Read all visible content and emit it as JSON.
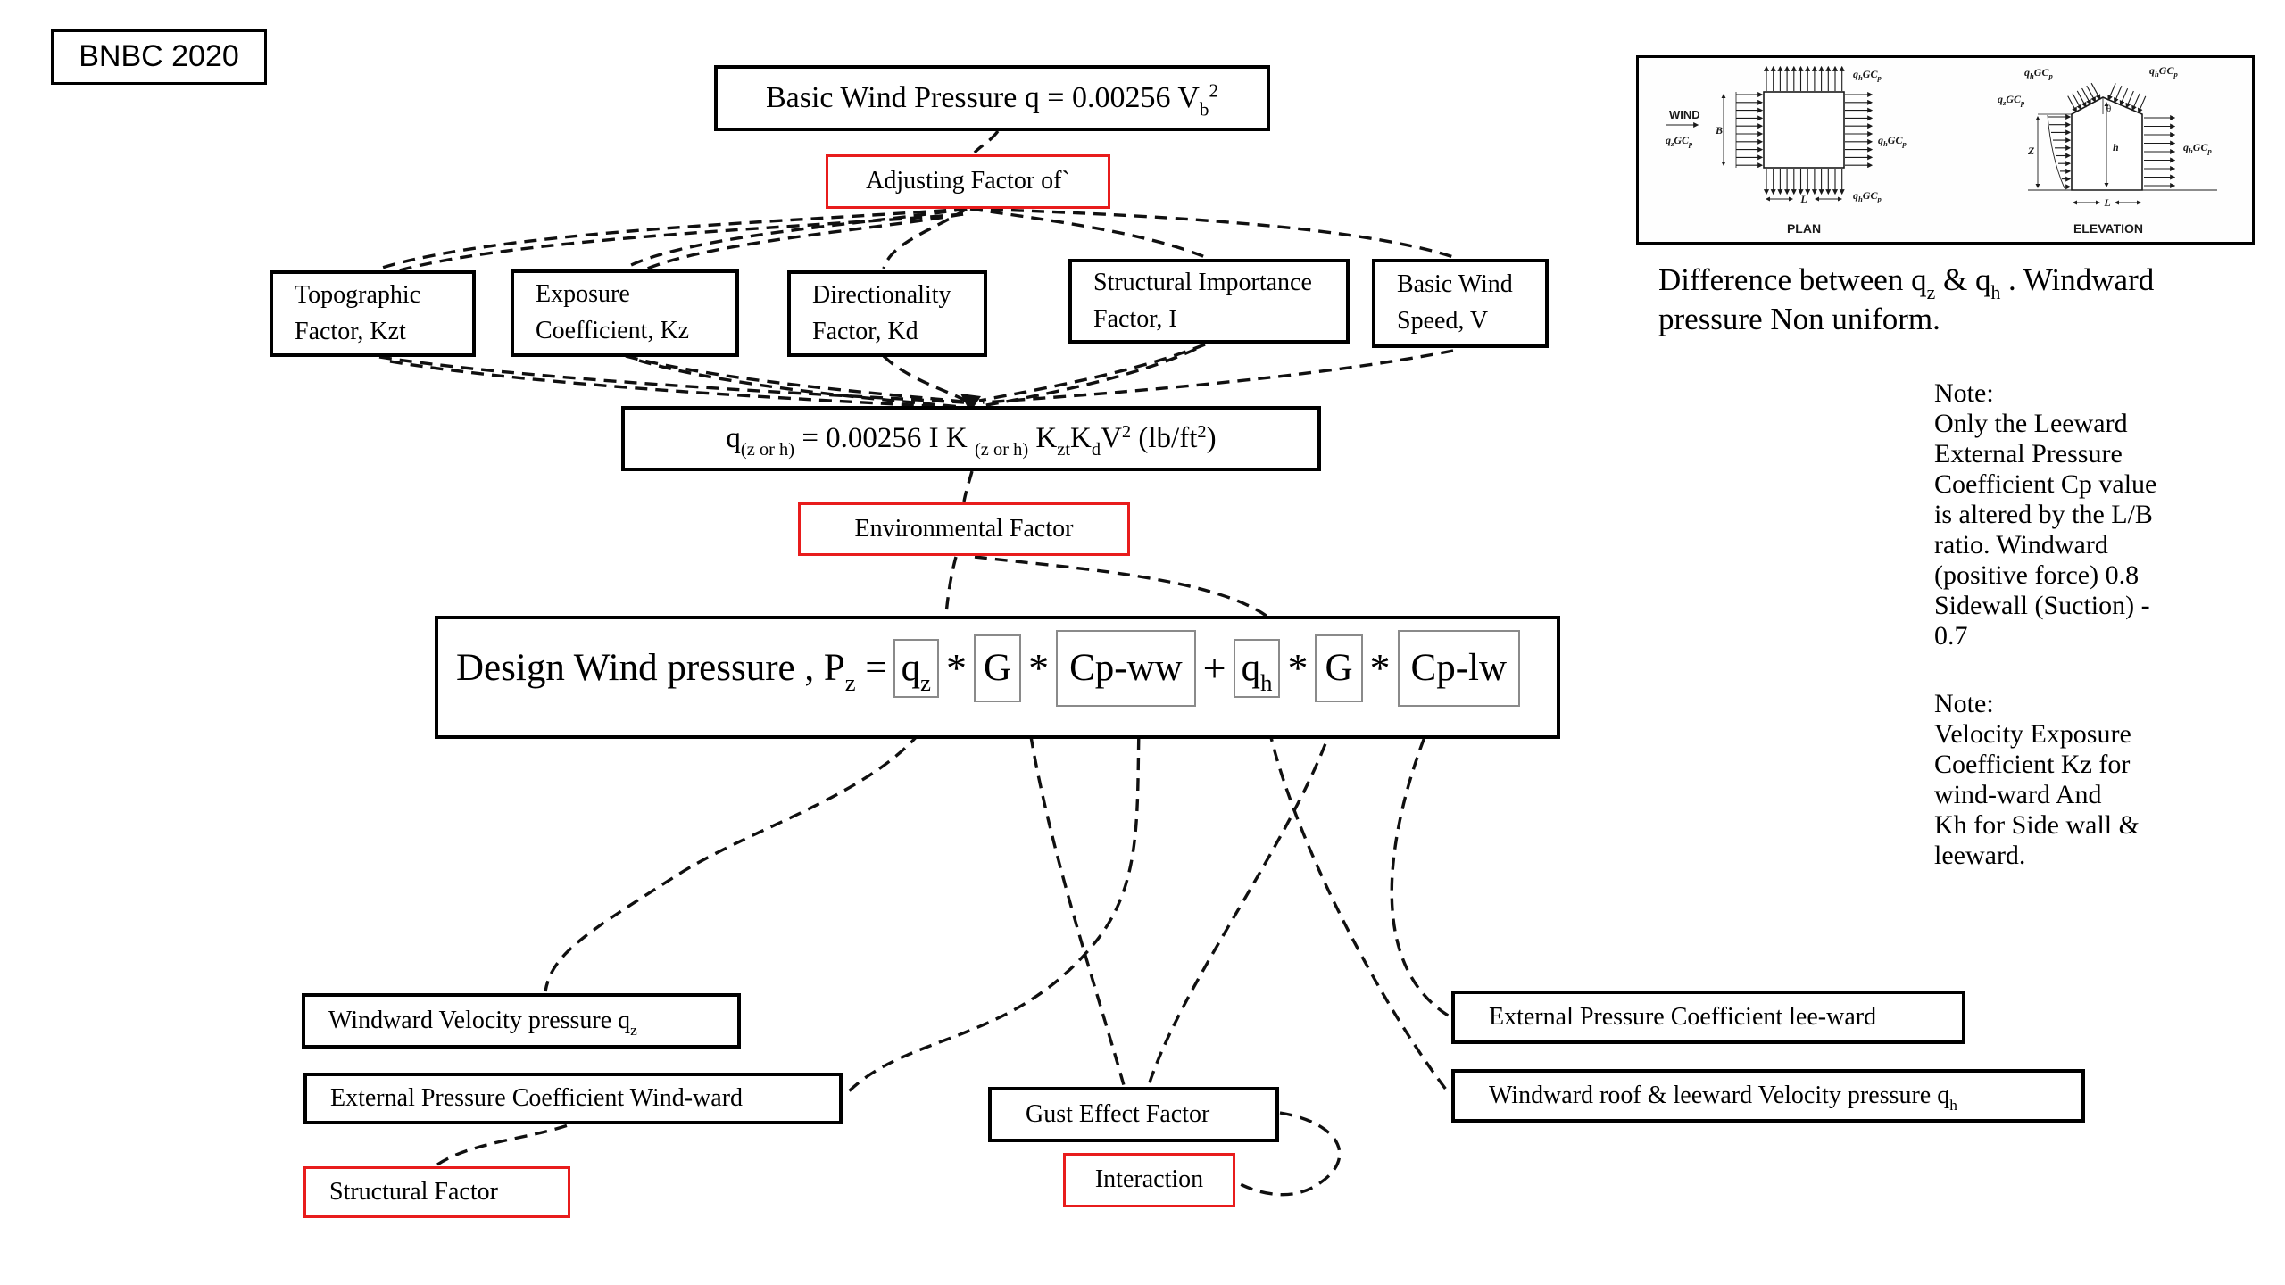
{
  "colors": {
    "red_accent": "#e81c1c",
    "line_color": "#101010"
  },
  "title_box": "BNBC 2020",
  "top_formula": [
    {
      "t": "Basic Wind Pressure q = 0.00256 V"
    },
    {
      "t": "b",
      "m": "sub"
    },
    {
      "t": "2",
      "m": "sup"
    }
  ],
  "adjusting_label": "Adjusting Factor of`",
  "factors": [
    {
      "l1": "Topographic",
      "l2": "Factor, Kzt"
    },
    {
      "l1": "Exposure",
      "l2": "Coefficient, Kz"
    },
    {
      "l1": "Directionality",
      "l2": "Factor, Kd"
    },
    {
      "l1": "Structural Importance",
      "l2": "Factor, I"
    },
    {
      "l1": "Basic Wind",
      "l2": "Speed, V"
    }
  ],
  "q_formula": [
    {
      "t": "q"
    },
    {
      "t": "(z or h)",
      "m": "sub"
    },
    {
      "t": " = 0.00256 I K "
    },
    {
      "t": "(z or h)",
      "m": "sub"
    },
    {
      "t": " K"
    },
    {
      "t": "zt",
      "m": "sub"
    },
    {
      "t": "K"
    },
    {
      "t": "d",
      "m": "sub"
    },
    {
      "t": "V"
    },
    {
      "t": "2",
      "m": "sup"
    },
    {
      "t": " (lb/ft"
    },
    {
      "t": "2",
      "m": "sup"
    },
    {
      "t": ")"
    }
  ],
  "environmental_label": "Environmental Factor",
  "design": {
    "prefix": [
      {
        "t": "Design Wind pressure  , P"
      },
      {
        "t": "z",
        "m": "sub"
      },
      {
        "t": " ="
      }
    ],
    "op_mul": "*",
    "op_plus": "+",
    "tokens": [
      [
        {
          "t": "q"
        },
        {
          "t": "z",
          "m": "sub"
        }
      ],
      [
        {
          "t": "G"
        }
      ],
      [
        {
          "t": "Cp-ww"
        }
      ],
      [
        {
          "t": "q"
        },
        {
          "t": "h",
          "m": "sub"
        }
      ],
      [
        {
          "t": "G"
        }
      ],
      [
        {
          "t": "Cp-lw"
        }
      ]
    ]
  },
  "bottom_boxes": {
    "windward_velocity": [
      {
        "t": "Windward Velocity pressure q"
      },
      {
        "t": "z",
        "m": "sub"
      }
    ],
    "epc_windward": "External Pressure Coefficient Wind-ward",
    "structural_factor": "Structural Factor",
    "gust_effect": "Gust Effect Factor",
    "interaction": "Interaction",
    "epc_leeward": "External Pressure Coefficient lee-ward",
    "windward_roof": [
      {
        "t": "Windward roof & leeward Velocity pressure q"
      },
      {
        "t": "h",
        "m": "sub"
      }
    ]
  },
  "caption": [
    {
      "t": "Difference between q"
    },
    {
      "t": "z",
      "m": "sub"
    },
    {
      "t": " & q"
    },
    {
      "t": "h",
      "m": "sub"
    },
    {
      "t": " . Windward pressure Non uniform."
    }
  ],
  "note1": {
    "title": "Note:",
    "lines": [
      "Only the Leeward",
      "External Pressure",
      "Coefficient Cp value",
      "is altered by the L/B",
      "ratio. Windward",
      "(positive force) 0.8",
      "Sidewall (Suction) -",
      "0.7"
    ]
  },
  "note2": {
    "title": "Note:",
    "lines": [
      "Velocity Exposure",
      "Coefficient Kz for",
      "wind-ward And",
      "Kh for Side wall &",
      "leeward."
    ]
  },
  "figure": {
    "labels": {
      "wind": "WIND",
      "plan": "PLAN",
      "elevation": "ELEVATION",
      "b": "B",
      "l": "L",
      "z": "Z",
      "h": "h",
      "theta": "θ",
      "q_z_gcp": [
        {
          "t": "q"
        },
        {
          "t": "z",
          "m": "sub"
        },
        {
          "t": "GC"
        },
        {
          "t": "p",
          "m": "sub"
        }
      ],
      "q_h_gcp": [
        {
          "t": "q"
        },
        {
          "t": "h",
          "m": "sub"
        },
        {
          "t": "GC"
        },
        {
          "t": "p",
          "m": "sub"
        }
      ]
    }
  }
}
